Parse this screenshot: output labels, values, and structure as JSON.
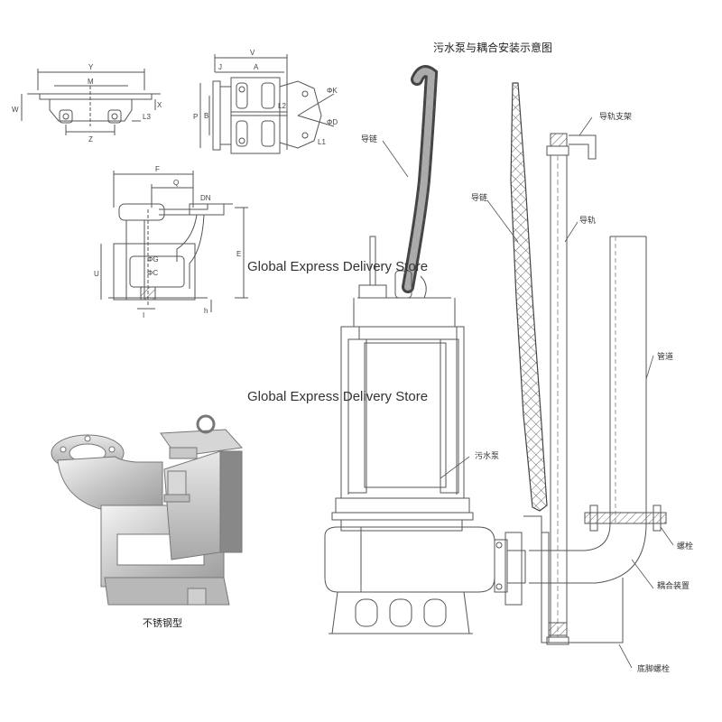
{
  "diagram": {
    "title": "污水泵与耦合安装示意图",
    "watermark": "Global Express Delivery Store",
    "caption_stainless": "不锈钢型",
    "labels": {
      "guide_chain_left": "导链",
      "guide_chain_right": "导链",
      "rail_bracket": "导轨支架",
      "guide_rail": "导轨",
      "pipe": "管道",
      "sewage_pump": "污水泵",
      "bolt": "螺栓",
      "coupling_device": "耦合装置",
      "anchor_bolt": "底脚螺栓"
    },
    "dims_plan": {
      "y": "Y",
      "m": "M",
      "w": "W",
      "x": "X",
      "z": "Z",
      "l3": "L3"
    },
    "dims_front": {
      "v": "V",
      "j": "J",
      "a": "A",
      "k": "ΦK",
      "p": "P",
      "b": "B",
      "l2": "L2",
      "d": "ΦD",
      "l1": "L1"
    },
    "dims_side": {
      "f": "F",
      "q": "Q",
      "dn": "DN",
      "e": "E",
      "g": "ΦG",
      "c": "ΦC",
      "u": "U",
      "i": "I",
      "h": "h"
    }
  },
  "colors": {
    "line": "#555555",
    "light_line": "#888888",
    "hose": "#444444",
    "steel": "#c8c8c8"
  }
}
